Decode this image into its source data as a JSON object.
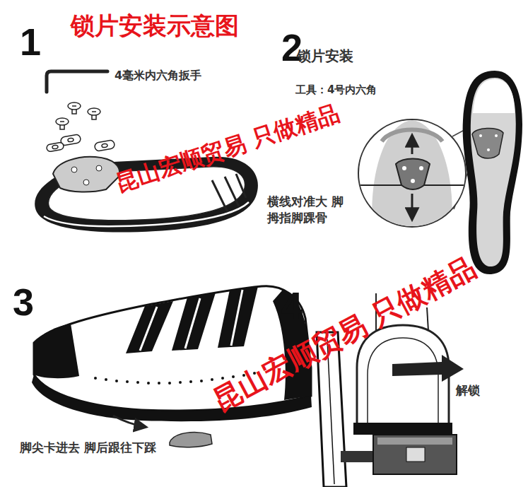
{
  "diagram": {
    "title": "锁片安装示意图",
    "labels": [
      "1",
      "4毫米内六角扳手",
      "2",
      "锁片安装",
      "工具：4号内六角",
      "横线对准大 脚拇指脚踝骨",
      "3",
      "脚尖卡进去 脚后跟往下踩",
      "4",
      "解锁",
      "昆山宏顺贸易 只做精品",
      "昆山宏顺贸易 只做精品"
    ]
  }
}
